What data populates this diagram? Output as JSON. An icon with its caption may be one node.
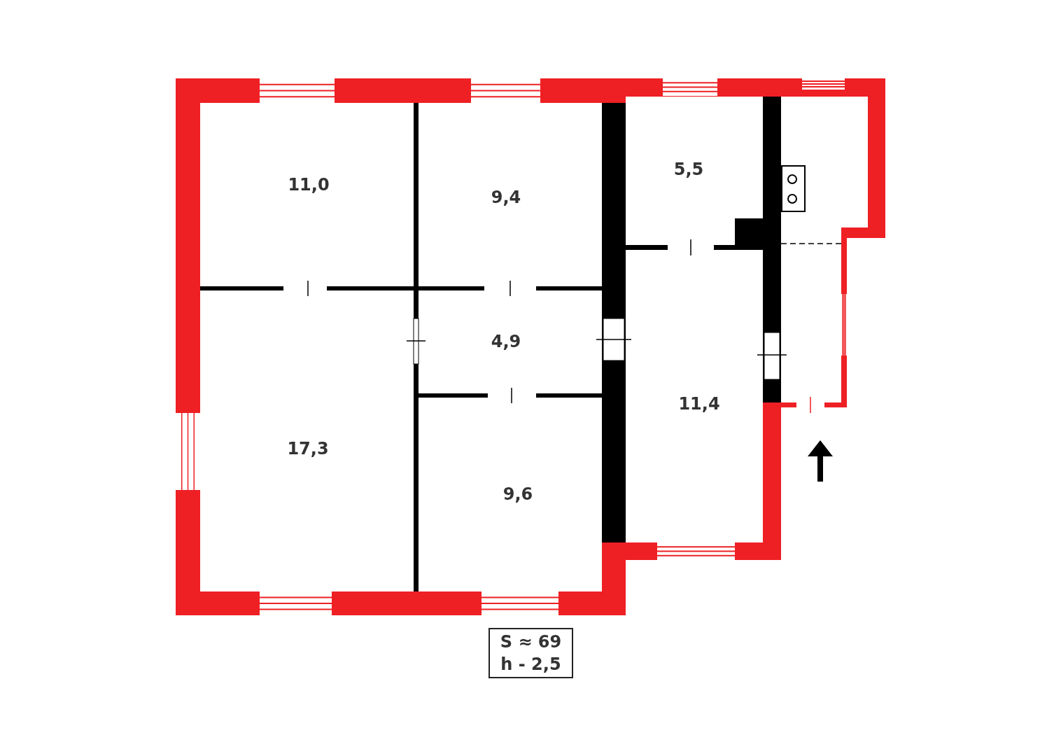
{
  "diagram": {
    "nodes": [
      {
        "text": [
          "S ≈ 69",
          "h - 2,5"
        ]
      }
    ],
    "edges": [],
    "labels": [
      "11,0",
      "9,4",
      "5,5",
      "4,9",
      "17,3",
      "11,4",
      "9,6"
    ]
  }
}
